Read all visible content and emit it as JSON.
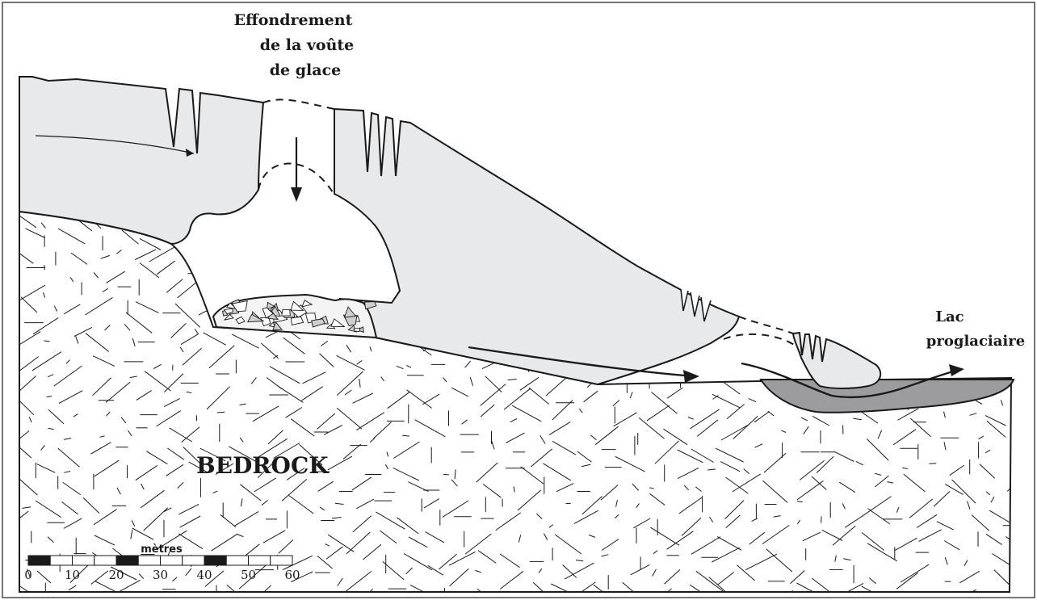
{
  "labels": {
    "collapse_line1": "Effondrement",
    "collapse_line2": "de la voûte",
    "collapse_line3": "de glace",
    "lake_line1": "Lac",
    "lake_line2": "proglaciaire",
    "bedrock": "BEDROCK"
  },
  "scale_bar": {
    "unit": "mètres",
    "ticks": [
      "0",
      "10",
      "20",
      "30",
      "40",
      "50",
      "60"
    ]
  },
  "colors": {
    "ice": "#e8e9ea",
    "lake": "#9c9c9e",
    "debris": "#dcdcdc",
    "line": "#1a1a1a",
    "background": "#ffffff"
  }
}
